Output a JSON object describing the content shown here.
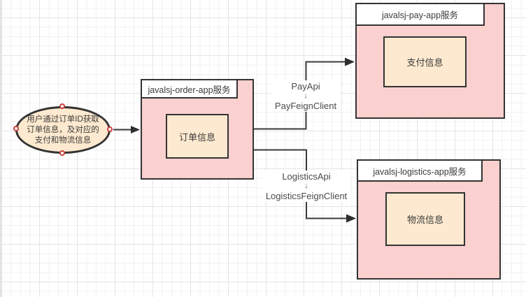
{
  "actor": {
    "line1": "用户通过订单ID获取",
    "line2": "订单信息，及对应的",
    "line3": "支付和物流信息"
  },
  "services": {
    "order": {
      "title": "javalsj-order-app服务",
      "component": "订单信息"
    },
    "pay": {
      "title": "javalsj-pay-app服务",
      "component": "支付信息"
    },
    "logistics": {
      "title": "javalsj-logistics-app服务",
      "component": "物流信息"
    }
  },
  "connectors": {
    "pay": {
      "api": "PayApi",
      "arrow": "↓",
      "client": "PayFeignClient"
    },
    "logistics": {
      "api": "LogisticsApi",
      "arrow": "↓",
      "client": "LogisticsFeignClient"
    }
  },
  "colors": {
    "service_fill": "#fbd1d0",
    "component_fill": "#fde9cf",
    "stroke": "#333333",
    "selection_handle_ring": "#c9413b",
    "grid_minor": "#f1f1f3",
    "grid_major": "#e4e4e8"
  }
}
